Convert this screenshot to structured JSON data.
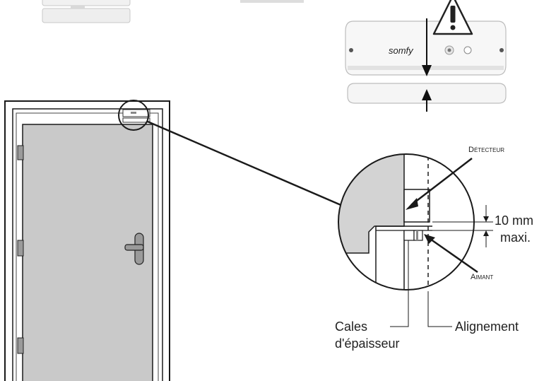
{
  "labels": {
    "detecteur": "Détecteur",
    "aimant": "Aimant",
    "gap_value": "10 mm",
    "gap_max": "maxi.",
    "shims_line1": "Cales",
    "shims_line2": "d'épaisseur",
    "alignment": "Alignement",
    "brand": "somfy"
  },
  "icons": {
    "warning": "warning-triangle-icon"
  },
  "colors": {
    "door_fill": "#c9c9c9",
    "frame_fill": "#ffffff",
    "detail_fill": "#d3d3d3",
    "line": "#222222"
  }
}
